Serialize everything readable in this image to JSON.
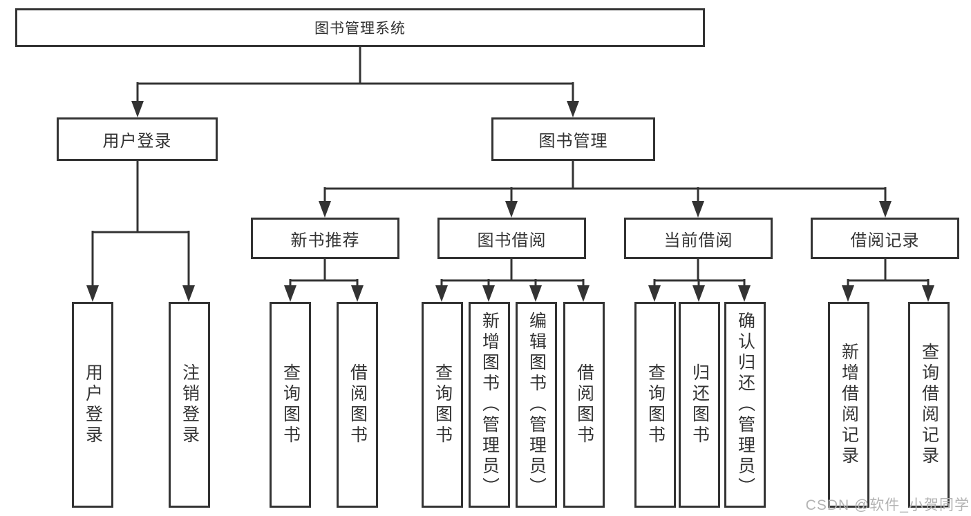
{
  "tree": {
    "root": {
      "label": "图书管理系统"
    },
    "level2": [
      {
        "label": "用户登录"
      },
      {
        "label": "图书管理"
      }
    ],
    "level3": [
      {
        "label": "新书推荐"
      },
      {
        "label": "图书借阅"
      },
      {
        "label": "当前借阅"
      },
      {
        "label": "借阅记录"
      }
    ],
    "leaves": [
      {
        "label": "用户登录"
      },
      {
        "label": "注销登录"
      },
      {
        "label": "查询图书"
      },
      {
        "label": "借阅图书"
      },
      {
        "label": "查询图书"
      },
      {
        "label": "新增图书（管理员）"
      },
      {
        "label": "编辑图书（管理员）"
      },
      {
        "label": "借阅图书"
      },
      {
        "label": "查询图书"
      },
      {
        "label": "归还图书"
      },
      {
        "label": "确认归还（管理员）"
      },
      {
        "label": "新增借阅记录"
      },
      {
        "label": "查询借阅记录"
      }
    ]
  },
  "watermark": "CSDN @软件_小贺同学",
  "colors": {
    "line": "#333333",
    "text": "#333333",
    "box_background": "#ffffff",
    "page_background": "#ffffff",
    "watermark": "#b3b3b3"
  }
}
